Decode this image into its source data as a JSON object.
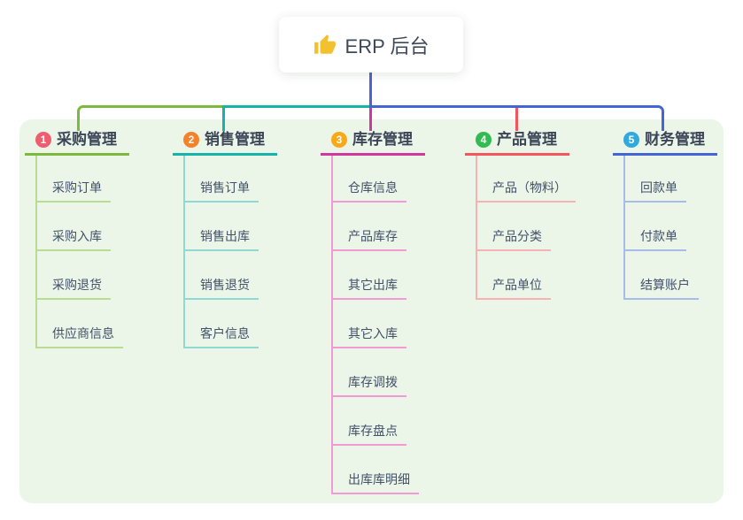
{
  "canvas": {
    "background": "#ffffff",
    "panel_color": "#ebf6e8"
  },
  "root": {
    "label": "ERP 后台",
    "icon": "thumbs-up-icon",
    "icon_color": "#f2c12e",
    "line_color": "#4b63d4"
  },
  "text_colors": {
    "title": "#3b4557",
    "child": "#42506a"
  },
  "branches": [
    {
      "badge": "1",
      "label": "采购管理",
      "badge_color": "#ee5e71",
      "line_color": "#7cb93e",
      "light_color": "#b7dc92",
      "children": [
        "采购订单",
        "采购入库",
        "采购退货",
        "供应商信息"
      ]
    },
    {
      "badge": "2",
      "label": "销售管理",
      "badge_color": "#f5822a",
      "line_color": "#14b4ab",
      "light_color": "#90d9d3",
      "children": [
        "销售订单",
        "销售出库",
        "销售退货",
        "客户信息"
      ]
    },
    {
      "badge": "3",
      "label": "库存管理",
      "badge_color": "#f9a916",
      "line_color": "#d2379f",
      "light_color": "#f29ad4",
      "children": [
        "仓库信息",
        "产品库存",
        "其它出库",
        "其它入库",
        "库存调拨",
        "库存盘点",
        "出库库明细"
      ]
    },
    {
      "badge": "4",
      "label": "产品管理",
      "badge_color": "#31bb52",
      "line_color": "#f4555c",
      "light_color": "#f9b2b4",
      "children": [
        "产品（物料）",
        "产品分类",
        "产品单位"
      ]
    },
    {
      "badge": "5",
      "label": "财务管理",
      "badge_color": "#2fa9de",
      "line_color": "#4565d5",
      "light_color": "#a8bcea",
      "children": [
        "回款单",
        "付款单",
        "结算账户"
      ]
    }
  ]
}
